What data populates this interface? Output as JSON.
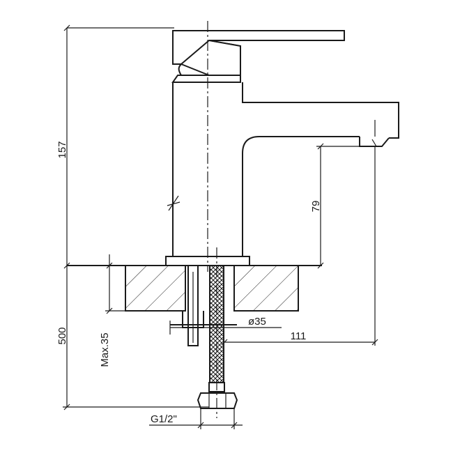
{
  "dimensions": {
    "overall_height": "157",
    "spout_height": "79",
    "below_deck_length": "500",
    "max_deck_thickness": "Max.35",
    "hole_diameter": "ø35",
    "spout_reach": "111",
    "connection_thread": "G1/2\""
  },
  "colors": {
    "line": "#1a1a1a",
    "background": "#ffffff"
  }
}
